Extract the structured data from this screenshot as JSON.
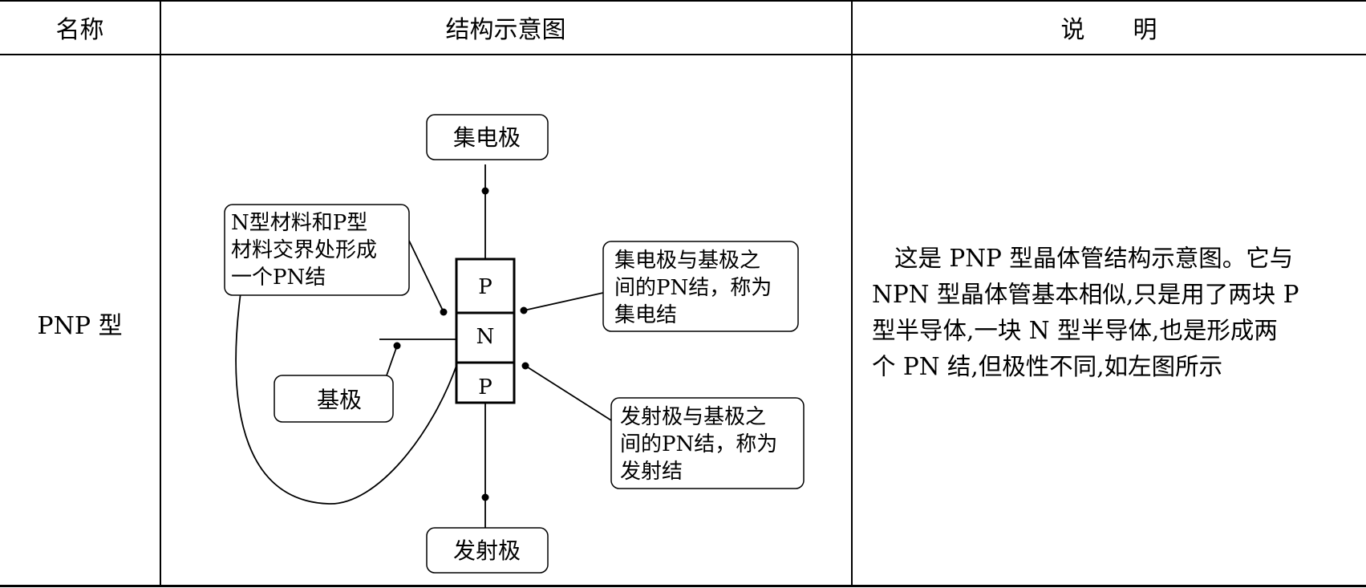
{
  "header": {
    "col_name": "名称",
    "col_diagram": "结构示意图",
    "col_desc": "说　　明"
  },
  "row": {
    "name": "PNP 型",
    "description_lines": [
      "这是 PNP 型晶体管结构示意图。它与",
      "NPN 型晶体管基本相似,只是用了两块 P",
      "型半导体,一块 N 型半导体,也是形成两",
      "个 PN 结,但极性不同,如左图所示"
    ]
  },
  "diagram": {
    "collector": "集电极",
    "emitter": "发射极",
    "base": "基极",
    "layers": [
      "P",
      "N",
      "P"
    ],
    "junction_note": [
      "N型材料和P型",
      "材料交界处形成",
      "一个PN结"
    ],
    "collector_junction_note": [
      "集电极与基极之",
      "间的PN结，称为",
      "集电结"
    ],
    "emitter_junction_note": [
      "发射极与基极之",
      "间的PN结，称为",
      "发射结"
    ]
  }
}
